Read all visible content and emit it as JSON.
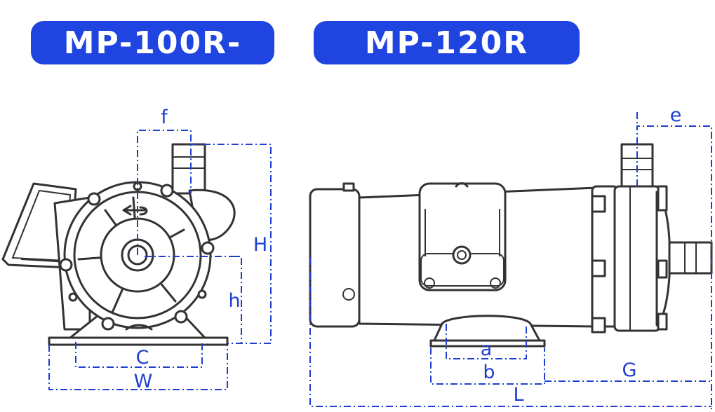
{
  "titles": {
    "left_model": "MP-100R-",
    "right_model": "MP-120R"
  },
  "dimension_labels": {
    "f": "f",
    "H": "H",
    "h": "h",
    "C": "C",
    "W": "W",
    "e": "e",
    "a": "a",
    "b": "b",
    "G": "G",
    "L": "L"
  },
  "colors": {
    "accent": "#1f44e0",
    "dimension": "#1f3fd0",
    "outline": "#333333"
  }
}
